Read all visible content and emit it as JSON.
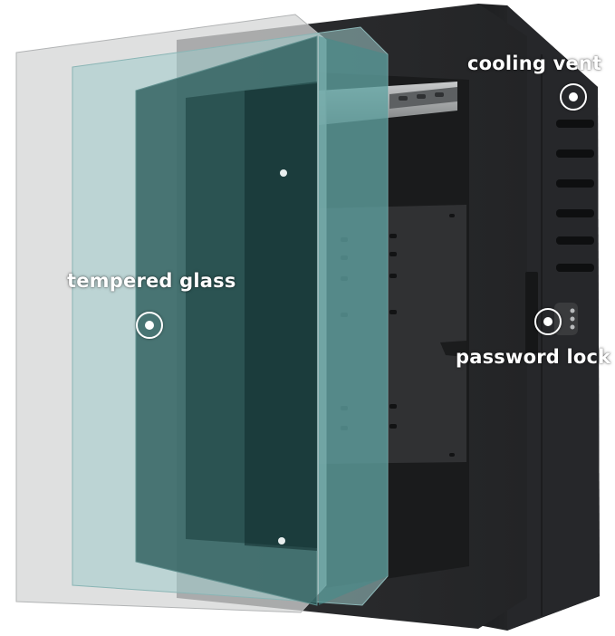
{
  "callouts": {
    "cooling_vent": {
      "label": "cooling vent",
      "icon": "target-marker-icon"
    },
    "tempered_glass": {
      "label": "tempered glass",
      "icon": "target-marker-icon"
    },
    "password_lock": {
      "label": "password lock",
      "icon": "target-marker-icon"
    }
  },
  "colors": {
    "cabinet_body": "#2a2b2d",
    "cabinet_side": "#1c1d1f",
    "glass_clear": "#d9dadb",
    "glass_tinted": "#a9cfcf",
    "glass_dark": "#1f4f4f",
    "callout_text": "#ffffff"
  }
}
